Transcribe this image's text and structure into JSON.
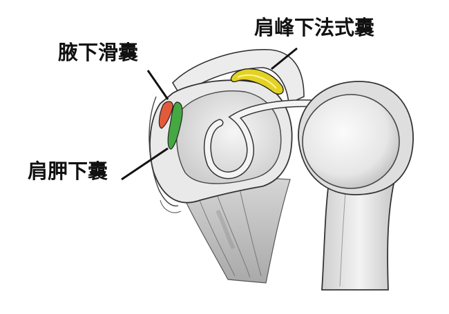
{
  "labels": {
    "subacromial_bursa": "肩峰下法式囊",
    "axillary_bursa": "腋下滑囊",
    "subscapular_bursa": "肩胛下囊"
  },
  "colors": {
    "subacromial_bursa": "#e3d224",
    "axillary_bursa": "#e35a3b",
    "subscapular_bursa": "#46a842",
    "outline": "#333333",
    "bone_light": "#f2f2f2",
    "bone_shade": "#c9c9c9"
  },
  "icons": {
    "drawing": "shoulder-joint-illustration"
  }
}
